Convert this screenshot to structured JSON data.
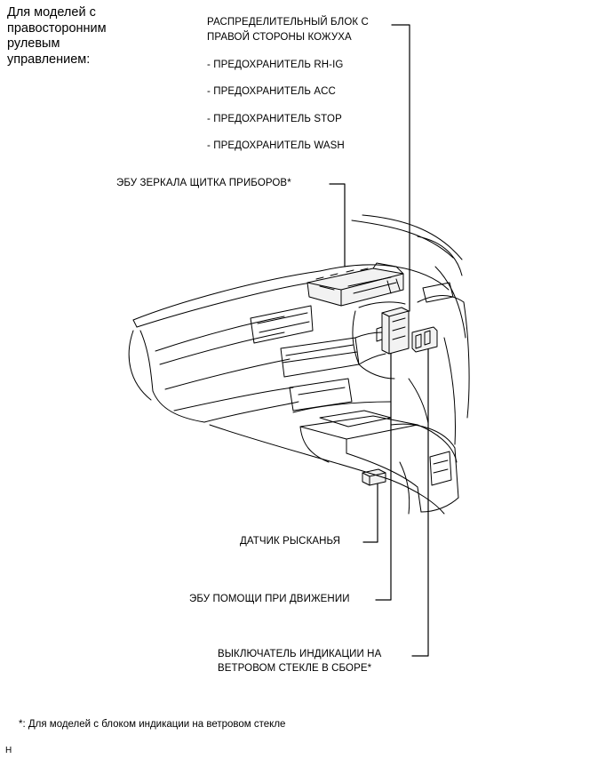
{
  "heading": "Для моделей с правосторонним рулевым управлением:",
  "callouts": {
    "junction_block_line1": "РАСПРЕДЕЛИТЕЛЬНЫЙ БЛОК С",
    "junction_block_line2": "ПРАВОЙ СТОРОНЫ КОЖУХА",
    "fuses": [
      "- ПРЕДОХРАНИТЕЛЬ RH-IG",
      "- ПРЕДОХРАНИТЕЛЬ ACC",
      "- ПРЕДОХРАНИТЕЛЬ STOP",
      "- ПРЕДОХРАНИТЕЛЬ WASH"
    ],
    "mirror_ecu": "ЭБУ ЗЕРКАЛА ЩИТКА ПРИБОРОВ*",
    "yaw_sensor": "ДАТЧИК РЫСКАНЬЯ",
    "driving_support_ecu": "ЭБУ ПОМОЩИ ПРИ ДВИЖЕНИИ",
    "hud_switch_line1": "ВЫКЛЮЧАТЕЛЬ ИНДИКАЦИИ НА",
    "hud_switch_line2": "ВЕТРОВОМ СТЕКЛЕ В СБОРЕ*"
  },
  "footnote": "*: Для моделей с блоком индикации на ветровом стекле",
  "figure_code": "H"
}
